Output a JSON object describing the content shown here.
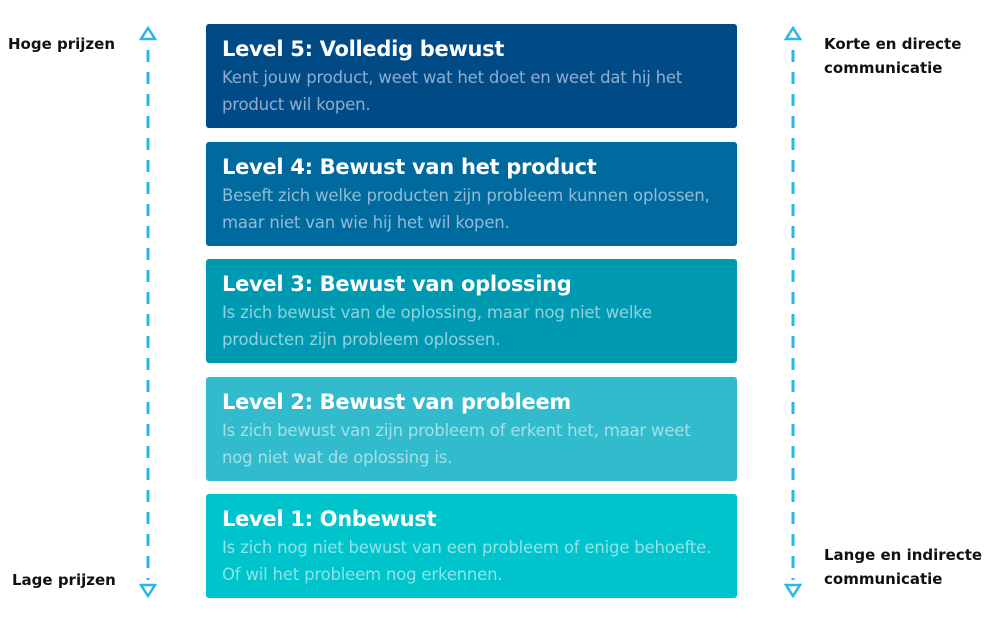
{
  "left_axis": {
    "top_label": "Hoge prijzen",
    "bottom_label": "Lage prijzen"
  },
  "right_axis": {
    "top_label": "Korte en directe communicatie",
    "bottom_label": "Lange en indirecte communicatie"
  },
  "accent_color": "#29b6e8",
  "levels": [
    {
      "title": "Level 5: Volledig bewust",
      "description": "Kent jouw product, weet wat het doet en weet dat hij het product wil kopen.",
      "color": "#004a86",
      "text_color": "#8eaed0"
    },
    {
      "title": "Level 4: Bewust van het product",
      "description": "Beseft zich welke producten zijn probleem kunnen oplossen, maar niet van wie hij het wil kopen.",
      "color": "#00699d",
      "text_color": "#8fbcd6"
    },
    {
      "title": "Level 3: Bewust van oplossing",
      "description": "Is zich bewust van de oplossing, maar nog niet welke producten zijn probleem oplossen.",
      "color": "#0099b2",
      "text_color": "#8fd2de"
    },
    {
      "title": "Level 2: Bewust van probleem",
      "description": "Is zich bewust van zijn probleem of erkent het, maar weet nog niet wat de oplossing is.",
      "color": "#32bbcc",
      "text_color": "#a3e0e8"
    },
    {
      "title": "Level 1: Onbewust",
      "description": "Is zich nog niet bewust van een probleem of enige behoefte. Of wil het probleem nog erkennen.",
      "color": "#00c4cc",
      "text_color": "#8de3e6"
    }
  ]
}
